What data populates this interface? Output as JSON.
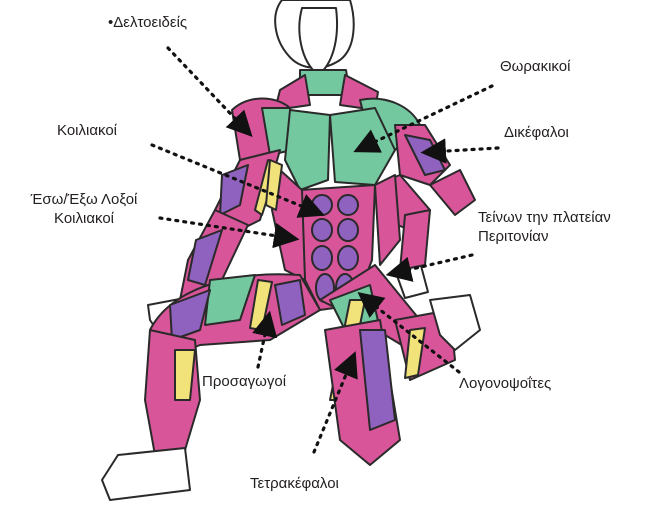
{
  "diagram": {
    "labels": {
      "deltoids": "•Δελτοειδείς",
      "pectorals": "Θωρακικοί",
      "abdominals": "Κοιλιακοί",
      "biceps": "Δικέφαλοι",
      "obliques_line1": "Έσω/Έξω Λοξοί",
      "obliques_line2": "Κοιλιακοί",
      "tfl_line1": "Τείνων την πλατείαν",
      "tfl_line2": "Περιτονίαν",
      "adductors": "Προσαγωγοί",
      "psoas": "Λογονοψοΐτες",
      "quadriceps": "Τετρακέφαλοι"
    },
    "colors": {
      "pink": "#d9559a",
      "green": "#74c8a0",
      "purple": "#8f62c0",
      "yellow": "#f2e27a",
      "outline": "#2a2a2a",
      "text": "#231f20"
    }
  }
}
